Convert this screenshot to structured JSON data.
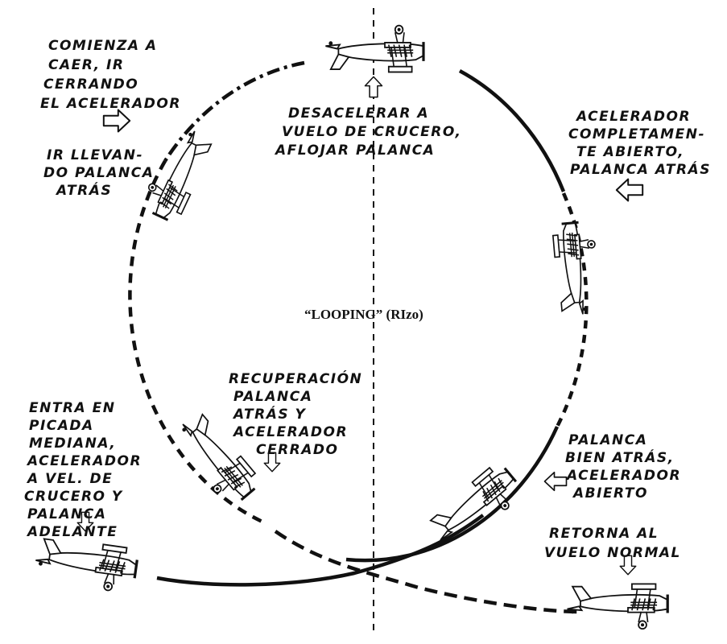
{
  "diagram": {
    "title": "“LOOPING” (RIzo)",
    "labels": {
      "top_left_a": [
        "COMIENZA A",
        "CAER, IR",
        "CERRANDO",
        "EL ACELERADOR"
      ],
      "top_left_b": [
        "IR LLEVAN-",
        "DO PALANCA",
        "ATRÁS"
      ],
      "top_center": [
        "DESACELERAR A",
        "VUELO DE CRUCERO,",
        "AFLOJAR PALANCA"
      ],
      "top_right": [
        "ACELERADOR",
        "COMPLETAMEN-",
        "TE ABIERTO,",
        "PALANCA ATRÁS"
      ],
      "middle_center": [
        "RECUPERACIÓN",
        "PALANCA",
        "ATRÁS Y",
        "ACELERADOR",
        "CERRADO"
      ],
      "bottom_left": [
        "ENTRA EN",
        "PICADA",
        "MEDIANA,",
        "ACELERADOR",
        "A VEL. DE",
        "CRUCERO Y",
        "PALANCA",
        "ADELANTE"
      ],
      "bottom_right_a": [
        "PALANCA",
        "BIEN ATRÁS,",
        "ACELERADOR",
        "ABIERTO"
      ],
      "bottom_right_b": [
        "RETORNA AL",
        "VUELO NORMAL"
      ]
    }
  }
}
